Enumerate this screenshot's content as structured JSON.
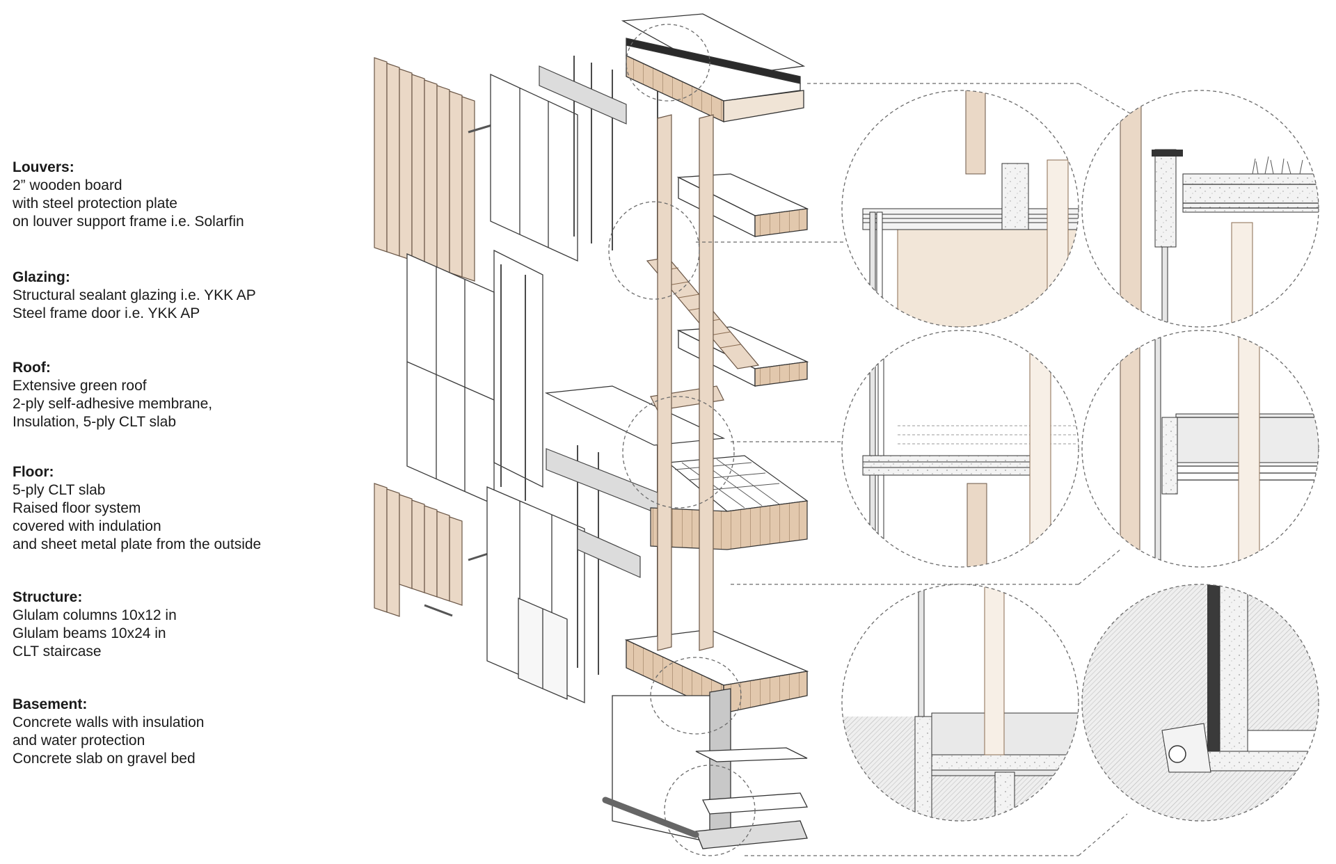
{
  "legend": [
    {
      "title": "Louvers:",
      "lines": [
        "2” wooden board",
        "with steel protection plate",
        "on louver support frame i.e. Solarfin"
      ]
    },
    {
      "title": "Glazing:",
      "lines": [
        "Structural sealant glazing i.e. YKK AP",
        "Steel frame door i.e. YKK AP"
      ]
    },
    {
      "title": "Roof:",
      "lines": [
        "Extensive green roof",
        "2-ply self-adhesive membrane,",
        "Insulation, 5-ply CLT slab"
      ]
    },
    {
      "title": "Floor:",
      "lines": [
        "5-ply CLT slab",
        "Raised floor system",
        "covered with indulation",
        "and sheet metal plate from the outside"
      ]
    },
    {
      "title": "Structure:",
      "lines": [
        "Glulam columns 10x12 in",
        "Glulam beams 10x24 in",
        "CLT staircase"
      ]
    },
    {
      "title": "Basement:",
      "lines": [
        "Concrete walls with insulation",
        "and water protection",
        "Concrete slab on gravel bed"
      ]
    }
  ],
  "colors": {
    "wood": "#ead8c6",
    "wood_dark": "#d4b89c",
    "line": "#3a3a3a",
    "glass": "#e6e6e6",
    "soil": "#ececec",
    "dash": "#6a6a6a"
  }
}
